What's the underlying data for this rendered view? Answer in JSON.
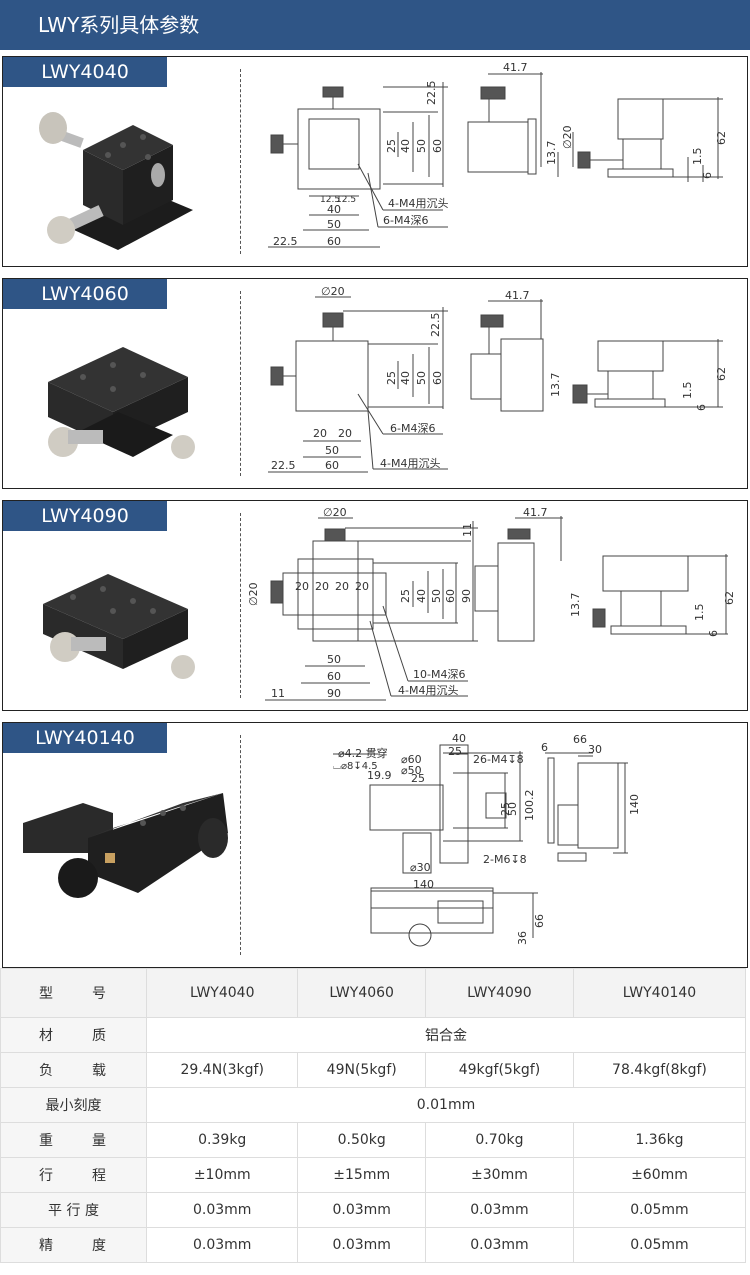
{
  "header": {
    "title": "LWY系列具体参数"
  },
  "models": [
    {
      "name": "LWY4040",
      "drawing": {
        "top_view": {
          "dims": [
            "22.5",
            "25",
            "40",
            "50",
            "60",
            "12.5",
            "12.5",
            "40",
            "50",
            "60",
            "22.5"
          ],
          "notes": [
            "4-M4用沉头",
            "6-M4深6"
          ]
        },
        "side_view": {
          "dims": [
            "41.7",
            "13.7",
            "∅20"
          ]
        },
        "front_view": {
          "dims": [
            "62",
            "1.5",
            "6"
          ]
        }
      }
    },
    {
      "name": "LWY4060",
      "drawing": {
        "top_view": {
          "dims": [
            "∅20",
            "22.5",
            "25",
            "40",
            "50",
            "60",
            "20",
            "20",
            "50",
            "60",
            "22.5"
          ],
          "notes": [
            "6-M4深6",
            "4-M4用沉头"
          ]
        },
        "side_view": {
          "dims": [
            "41.7",
            "13.7"
          ]
        },
        "front_view": {
          "dims": [
            "62",
            "1.5",
            "6"
          ]
        }
      }
    },
    {
      "name": "LWY4090",
      "drawing": {
        "top_view": {
          "dims": [
            "∅20",
            "11",
            "∅20",
            "20",
            "20",
            "20",
            "20",
            "25",
            "40",
            "50",
            "60",
            "90",
            "50",
            "60",
            "90",
            "11"
          ],
          "notes": [
            "10-M4深6",
            "4-M4用沉头"
          ]
        },
        "side_view": {
          "dims": [
            "41.7",
            "13.7"
          ]
        },
        "front_view": {
          "dims": [
            "62",
            "1.5",
            "6"
          ]
        }
      }
    },
    {
      "name": "LWY40140",
      "drawing": {
        "top_view": {
          "dims": [
            "40",
            "25",
            "⌀60",
            "⌀50",
            "25",
            "19.9",
            "25",
            "50",
            "100.2",
            "⌀30"
          ],
          "notes": [
            "⌀4.2 贯穿",
            "⌴⌀8↧4.5",
            "26-M4↧8",
            "2-M6↧8"
          ]
        },
        "side_view": {
          "dims": [
            "6",
            "66",
            "30",
            "140"
          ]
        },
        "front_view": {
          "dims": [
            "140",
            "36",
            "66"
          ]
        }
      }
    }
  ],
  "spec_table": {
    "header_label": [
      "型",
      "号"
    ],
    "columns": [
      "LWY4040",
      "LWY4060",
      "LWY4090",
      "LWY40140"
    ],
    "rows": [
      {
        "label": [
          "材",
          "质"
        ],
        "merged": true,
        "value": "铝合金"
      },
      {
        "label": [
          "负",
          "载"
        ],
        "merged": false,
        "values": [
          "29.4N(3kgf)",
          "49N(5kgf)",
          "49kgf(5kgf)",
          "78.4kgf(8kgf)"
        ]
      },
      {
        "label": [
          "最小刻度"
        ],
        "merged": true,
        "value": "0.01mm"
      },
      {
        "label": [
          "重",
          "量"
        ],
        "merged": false,
        "values": [
          "0.39kg",
          "0.50kg",
          "0.70kg",
          "1.36kg"
        ]
      },
      {
        "label": [
          "行",
          "程"
        ],
        "merged": false,
        "values": [
          "±10mm",
          "±15mm",
          "±30mm",
          "±60mm"
        ]
      },
      {
        "label": [
          "平 行 度"
        ],
        "merged": false,
        "values": [
          "0.03mm",
          "0.03mm",
          "0.03mm",
          "0.05mm"
        ]
      },
      {
        "label": [
          "精",
          "度"
        ],
        "merged": false,
        "values": [
          "0.03mm",
          "0.03mm",
          "0.03mm",
          "0.05mm"
        ]
      }
    ]
  },
  "colors": {
    "brand": "#2f5586",
    "table_head_bg": "#f3f3f3",
    "border": "#dddddd"
  }
}
